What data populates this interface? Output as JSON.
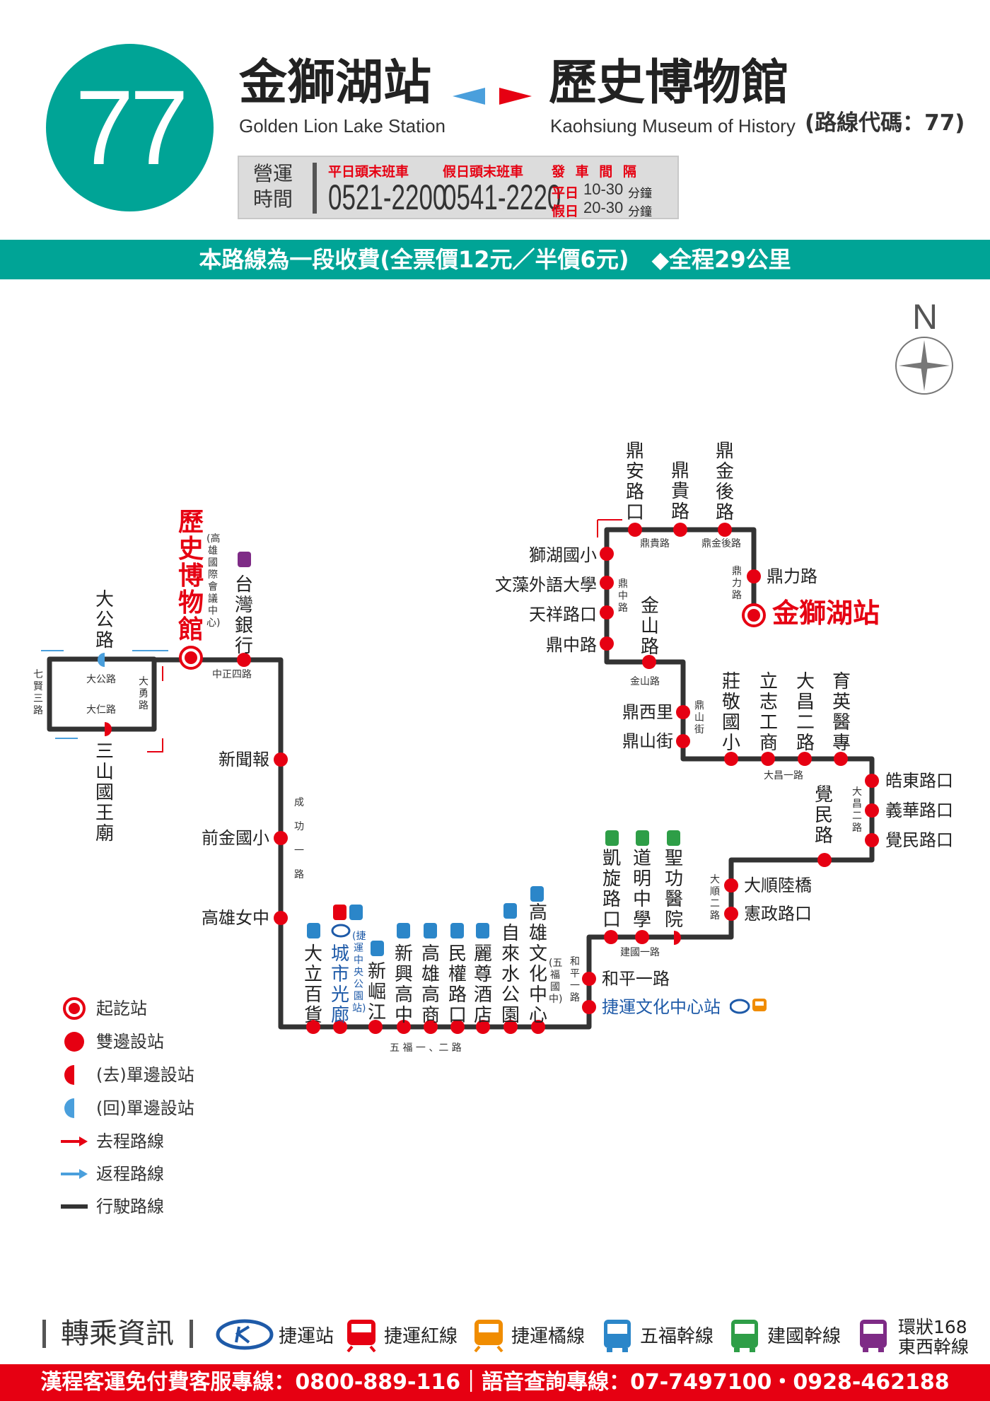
{
  "route": {
    "number": "77",
    "from_zh": "金獅湖站",
    "from_en": "Golden Lion Lake Station",
    "to_zh": "歷史博物館",
    "to_en": "Kaohsiung Museum of History",
    "code": "(路線代碼：77)"
  },
  "hours": {
    "label_1": "營運",
    "label_2": "時間",
    "weekday_label": "平日頭末班車",
    "weekday_time": "0521-2200",
    "holiday_label": "假日頭末班車",
    "holiday_time": "0541-2220",
    "interval_label": "發 車 間 隔",
    "weekday_short": "平日",
    "weekday_interval": "10-30",
    "holiday_short": "假日",
    "holiday_interval": "20-30",
    "unit": "分鐘"
  },
  "fare": "本路線為一段收費(全票價12元／半價6元)　◆全程29公里",
  "compass": "N",
  "terminals": {
    "start_zh": "金獅湖站",
    "end_zh": "歷史博物館",
    "end_note": "(高雄國際會議中心)"
  },
  "stops": {
    "dingli": "鼎力路",
    "shihu": "獅湖國小",
    "wenzao": "文藻外語大學",
    "tianxiang": "天祥路口",
    "dingzhong": "鼎中路",
    "dingxi": "鼎西里",
    "dingshan": "鼎山街",
    "haodong": "皓東路口",
    "yihua": "義華路口",
    "juemin_k": "覺民路口",
    "dashun": "大順陸橋",
    "xianzheng": "憲政路口",
    "heping": "和平一路",
    "mrt_cultural": "捷運文化中心站",
    "xinwen": "新聞報",
    "qianjin": "前金國小",
    "girls": "高雄女中",
    "dingan_v": "鼎安路口",
    "dinggui_v": "鼎貴路",
    "dingjinhou_v": "鼎金後路",
    "jinshan_v": "金山路",
    "zhuangjing_v": "莊敬國小",
    "lizhi_v": "立志工商",
    "dachang_v": "大昌二路",
    "yuying_v": "育英醫專",
    "juemin_v": "覺民路",
    "kaixuan_v": "凱旋路口",
    "daoming_v": "道明中學",
    "shenggong_v": "聖功醫院",
    "bank_v": "台灣銀行",
    "dagong_v": "大公路",
    "sanshan_v": "三山國王廟",
    "dali_v": "大立百貨",
    "cityglow_v": "城市光廊",
    "cityglow_note": "(捷運中央公園站)",
    "xinjue_v": "新崛江",
    "xinxing_v": "新興高中",
    "commerce_v": "高雄高商",
    "minquan_v": "民權路口",
    "lizun_v": "麗尊酒店",
    "water_v": "自來水公園",
    "culture_v": "高雄文化中心",
    "culture_note": "(五福國中)"
  },
  "roads": {
    "dinggui": "鼎貴路",
    "dingjinhou": "鼎金後路",
    "dingli_v": "鼎力路",
    "dingzhong_v": "鼎中路",
    "jinshan": "金山路",
    "dingshan_v": "鼎山街",
    "dachang": "大昌一路",
    "dachang2_v": "大昌二路",
    "dashun2_v": "大順二路",
    "jianguo": "建國一路",
    "heping_v": "和平一路",
    "wufu": "五 福 一 、二 路",
    "chenggong_v": "成功一路",
    "zhongzheng": "中正四路",
    "dagong": "大公路",
    "daren": "大仁路",
    "dayong_v": "大勇路",
    "qixian_v": "七賢三路"
  },
  "legend": {
    "terminal": "起訖站",
    "both": "雙邊設站",
    "out_side": "(去)單邊設站",
    "ret_side": "(回)單邊設站",
    "out_route": "去程路線",
    "ret_route": "返程路線",
    "route": "行駛路線"
  },
  "transfer": {
    "title": "轉乘資訊",
    "mrt": "捷運站",
    "red": "捷運紅線",
    "orange": "捷運橘線",
    "wufu": "五福幹線",
    "jianguo": "建國幹線",
    "loop_1": "環狀168",
    "loop_2": "東西幹線"
  },
  "hotline": "漢程客運免付費客服專線：0800-889-116｜語音查詢專線：07-7497100・0928-462188",
  "colors": {
    "teal": "#00a496",
    "red": "#e60012",
    "blue": "#4a9fdc",
    "route": "#333333",
    "mrt_orange": "#f08c00",
    "green": "#2e9e47",
    "purple": "#7e2b86"
  }
}
